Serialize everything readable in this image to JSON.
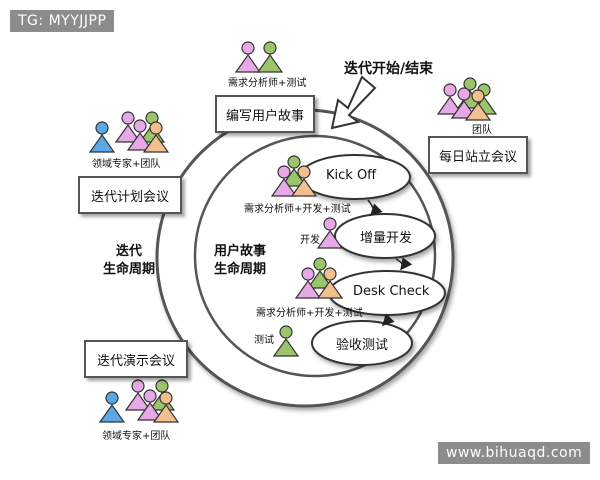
{
  "watermarks": {
    "top_left": "TG: MYYJJPP",
    "bottom_right": "www.bihuaqd.com"
  },
  "diagram": {
    "start_end_label": "迭代开始/结束",
    "outer_cycle_label": [
      "迭代",
      "生命周期"
    ],
    "inner_cycle_label": [
      "用户故事",
      "生命周期"
    ],
    "boxes": {
      "write_story": "编写用户故事",
      "daily_standup": "每日站立会议",
      "iteration_planning": "迭代计划会议",
      "iteration_demo": "迭代演示会议"
    },
    "box_roles": {
      "write_story": "需求分析师+测试",
      "daily_standup": "团队",
      "iteration_planning": "领域专家+团队",
      "iteration_demo": "领域专家+团队"
    },
    "stages": [
      {
        "label": "Kick Off",
        "role": "需求分析师+开发+测试"
      },
      {
        "label": "增量开发",
        "role": "开发"
      },
      {
        "label": "Desk Check",
        "role": "需求分析师+开发+测试"
      },
      {
        "label": "验收测试",
        "role": "测试"
      }
    ],
    "colors": {
      "blue": "#5aa9e6",
      "pink": "#e6a8e6",
      "green": "#9cc46a",
      "orange": "#f2c08c"
    }
  }
}
